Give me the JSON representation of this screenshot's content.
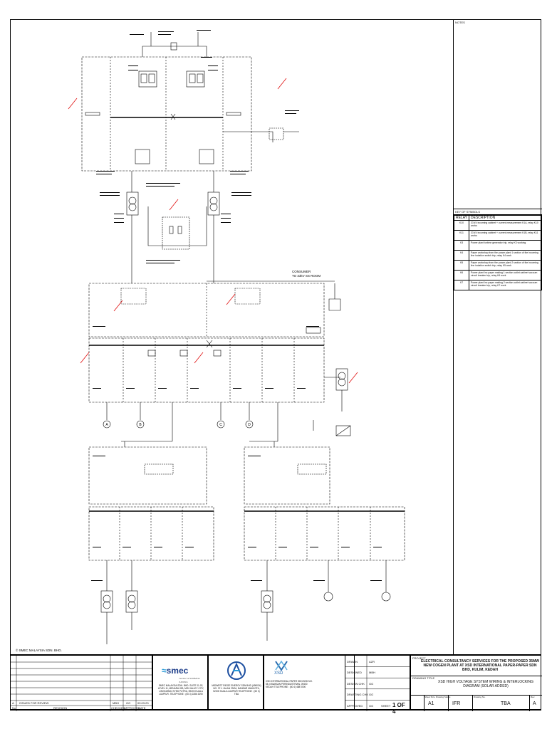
{
  "notes_label": "NOTES",
  "key_of_symbols_label": "KEY OF SYMBOLS",
  "legend": {
    "header_relay": "RELAY",
    "header_desc": "DESCRIPTION",
    "rows": [
      {
        "code": "K10",
        "desc": "33 kV incoming cabinet + current measurement K1A, relay K10 works"
      },
      {
        "code": "K11",
        "desc": "33 kV incoming cabinet + current measurement K1B, relay K11 works"
      },
      {
        "code": "K3",
        "desc": "Power plant turbine generator trip, relay K3 working"
      },
      {
        "code": "K4",
        "desc": "Paper workshop from the power plant 1 section of the incoming line isolation switch trip, relay K4 work"
      },
      {
        "code": "K5",
        "desc": "Paper workshop from the power plant 2 section of the incoming line isolation switch trip, relay K5 work"
      },
      {
        "code": "K6",
        "desc": "Power plant Inc paper making 1 section outlet cabinet vacuum circuit breaker trip, relay K6 work"
      },
      {
        "code": "K7",
        "desc": "Power plant Inc paper making 2 section outlet cabinet vacuum circuit breaker trip, relay K7 work"
      }
    ]
  },
  "diagram": {
    "consumer_label": "CONSUMER",
    "consumer_sub": "TO 33kV SS ROOM",
    "bus_labels": [
      "A",
      "B",
      "C",
      "D"
    ],
    "copyright": "© SMEC MALAYSIA SDN. BHD."
  },
  "title_block": {
    "revisions": [
      {
        "rev": "A",
        "desc": "ISSUED FOR REVIEW",
        "chk": "MBH",
        "app": "GG",
        "date": "09.03.23"
      }
    ],
    "rev_headers": [
      "No",
      "REVISION",
      "CHECKED",
      "APPROVED",
      "DATE"
    ],
    "smec_logo": "smec",
    "smec_sub": "member of SURBANA JURONG",
    "smec_address": "SMEC MALAYSIA SDN. BHD. SUITE 11-02, LEVEL 11, MENARA IGB, MID VALLEY CITY, LINGKARAN SYED PUTRA, 59200 KUALA LUMPUR. TELEPHONE : (60 3) 2286 3290",
    "company2_address": "MIDWEST RIDGE ENERGY SDN BHD (498034) NO. 37-1 JALAN 29/2A, BANDAR MAHKOTA, 52200 KUALA LUMPUR TELEPHONE : (60 3) TBA",
    "xsd_logo": "XSD",
    "xsd_address": "XSD INTERNATIONAL PAPER SDN BHD NO. 58, KAWASAN PERINDUSTRIAN, 09400 KEDAH TELEPHONE : (60 4) 488 0000",
    "roles": [
      {
        "label": "DRAWN",
        "value": "AZR"
      },
      {
        "label": "DESIGNED",
        "value": "MBH"
      },
      {
        "label": "DESIGN CHK",
        "value": "GG"
      },
      {
        "label": "DRAFTING CHK",
        "value": "GG"
      },
      {
        "label": "APPROVED",
        "value": "GG"
      }
    ],
    "sheet_label": "SHEET",
    "sheet_value": "1 OF 4",
    "project_label": "PROJECT",
    "project": "ELECTRICAL CONSULTANCY SERVICES FOR THE PROPOSED 35MW NEW COGEN PLANT AT XSD INTERNATIONAL PAPER-PAPER SDN BHD, KULIM, KEDAH",
    "drawing_title_label": "DRAWING TITLE",
    "drawing_title": "XSD HIGH VOLTAGE SYSTEM WIRING & INTERLOCKING DIAGRAM (SOLAR ADDED)",
    "sheet_size_label": "Sheet Size",
    "sheet_size": "A1",
    "status_label": "Drawing Status",
    "status": "IFR",
    "drawing_no_label": "Drawing No.",
    "drawing_no": "TBA",
    "rev_label": "Rev.",
    "rev": "A"
  }
}
